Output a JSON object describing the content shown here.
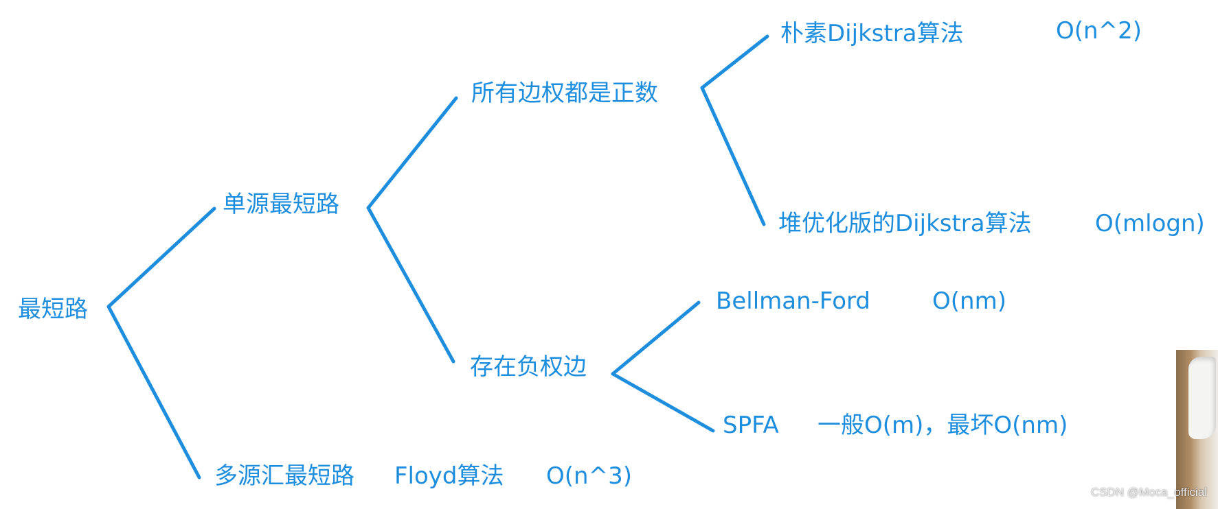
{
  "diagram": {
    "root": "最短路",
    "single_source": "单源最短路",
    "positive_weights": "所有边权都是正数",
    "naive_dijkstra": "朴素Dijkstra算法",
    "naive_dijkstra_complexity": "O(n^2)",
    "heap_dijkstra": "堆优化版的Dijkstra算法",
    "heap_dijkstra_complexity": "O(mlogn)",
    "negative_weights": "存在负权边",
    "bellman_ford": "Bellman-Ford",
    "bellman_ford_complexity": "O(nm)",
    "spfa": "SPFA",
    "spfa_complexity": "一般O(m)，最坏O(nm)",
    "multi_source": "多源汇最短路",
    "floyd": "Floyd算法",
    "floyd_complexity": "O(n^3)"
  },
  "colors": {
    "accent": "#1d8ede"
  },
  "watermark": "CSDN @Moca_official"
}
